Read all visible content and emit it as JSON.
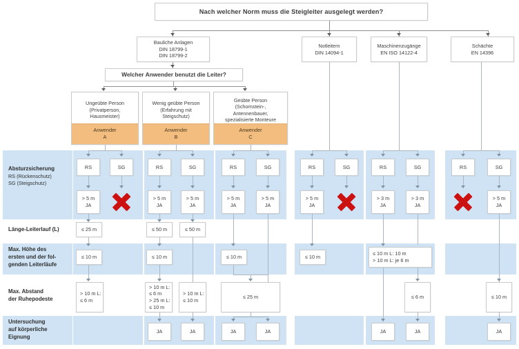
{
  "diagram": {
    "title": "Nach welcher Norm muss die  Steigleiter ausgelegt werden?",
    "question": "Welcher Anwender benutzt die Leiter?",
    "norms": [
      {
        "name": "Bauliche Anlagen",
        "std1": "DIN 18799-1",
        "std2": "DIN 18799-2"
      },
      {
        "name": "Notleitern",
        "std1": "DIN 14094-1",
        "std2": ""
      },
      {
        "name": "Maschinenzugänge",
        "std1": "EN ISO 14122-4",
        "std2": ""
      },
      {
        "name": "Schächte",
        "std1": "EN 14396",
        "std2": ""
      }
    ],
    "users": [
      {
        "l1": "Ungeübte Person",
        "l2": "(Privatperson,",
        "l3": "Hausmeister)",
        "l4": "",
        "tag": "Anwender",
        "letter": "A"
      },
      {
        "l1": "Wenig geübte Person",
        "l2": "(Erfahrung mit",
        "l3": "Steigschutz)",
        "l4": "",
        "tag": "Anwender",
        "letter": "B"
      },
      {
        "l1": "Geübte Person",
        "l2": "(Schornstein-,",
        "l3": "Antennenbauer,",
        "l4": "spezialisierte Monteure",
        "tag": "Anwender",
        "letter": "C"
      }
    ],
    "row_labels": {
      "absturz_title": "Absturzsicherung",
      "absturz_sub1": "RS (Rückenschutz)",
      "absturz_sub2": "SG (Steigschutz)",
      "laenge": "Länge-Leiterlauf (L)",
      "maxhoehe_1": "Max. Höhe des",
      "maxhoehe_2": "ersten und der fol-",
      "maxhoehe_3": "genden Leiterläufe",
      "abstand_1": "Max. Abstand",
      "abstand_2": "der Ruhepodeste",
      "untersuchung_1": "Untersuchung",
      "untersuchung_2": "auf körperliche",
      "untersuchung_3": "Eignung"
    },
    "protection": {
      "rs": "RS",
      "sg": "SG"
    },
    "values": {
      "a_rs_h1": "> 5 m",
      "a_rs_h2": "JA",
      "b_rs_h1": "> 5 m",
      "b_rs_h2": "JA",
      "b_sg_h1": "> 5 m",
      "b_sg_h2": "JA",
      "c_rs_h1": "> 5 m",
      "c_rs_h2": "JA",
      "c_sg_h1": "> 5 m",
      "c_sg_h2": "JA",
      "n_rs_h1": "> 5 m",
      "n_rs_h2": "JA",
      "m_rs_h1": "> 3 m",
      "m_rs_h2": "JA",
      "m_sg_h1": "> 3 m",
      "m_sg_h2": "JA",
      "s_sg_h1": "> 5 m",
      "s_sg_h2": "JA",
      "a_len": "≤ 25 m",
      "b_len_rs": "≤ 50 m",
      "b_len_sg": "≤ 50 m",
      "a_hoehe": "≤ 10 m",
      "b_hoehe": "≤ 10 m",
      "c_hoehe": "≤ 10 m",
      "n_hoehe": "≤ 10 m",
      "m_hoehe_1": "≤ 10 m L: 10 m",
      "m_hoehe_2": "> 10 m L: je 6 m",
      "a_abst_1": "> 10 m L:",
      "a_abst_2": "≤ 6 m",
      "b_abst_rs_1": "> 10 m L:",
      "b_abst_rs_2": "≤ 6 m",
      "b_abst_rs_3": "> 25 m L:",
      "b_abst_rs_4": "≤ 10 m",
      "b_abst_sg_1": "> 10 m L:",
      "b_abst_sg_2": "≤ 10 m",
      "c_abst": "≤ 25 m",
      "m_abst": "≤ 6 m",
      "s_abst": "≤ 10 m",
      "ja": "JA"
    },
    "colors": {
      "band": "#cfe3f4",
      "anwender": "#f2bd7e",
      "cross": "#cc1111",
      "connector": "#a9b6c2",
      "box_border": "#c9cbcd"
    }
  }
}
